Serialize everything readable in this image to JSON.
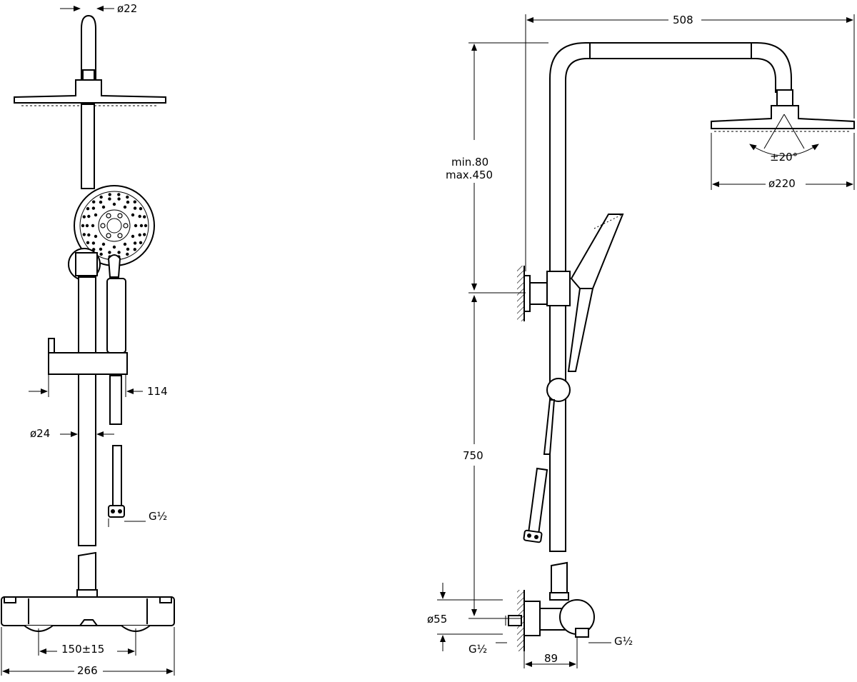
{
  "front_view": {
    "dim_top_diameter": "ø22",
    "dim_hand_offset": "114",
    "dim_rail_diameter": "ø24",
    "dim_thread_label": "G½",
    "dim_valve_spacing": "150±15",
    "dim_total_width": "266"
  },
  "side_view": {
    "dim_arm_length": "508",
    "dim_height_range_line1": "min.80",
    "dim_height_range_line2": "max.450",
    "dim_tilt": "±20°",
    "dim_head_diameter": "ø220",
    "dim_rail_length": "750",
    "dim_valve_diameter": "ø55",
    "dim_thread_left": "G½",
    "dim_thread_right": "G½",
    "dim_wall_offset": "89"
  }
}
